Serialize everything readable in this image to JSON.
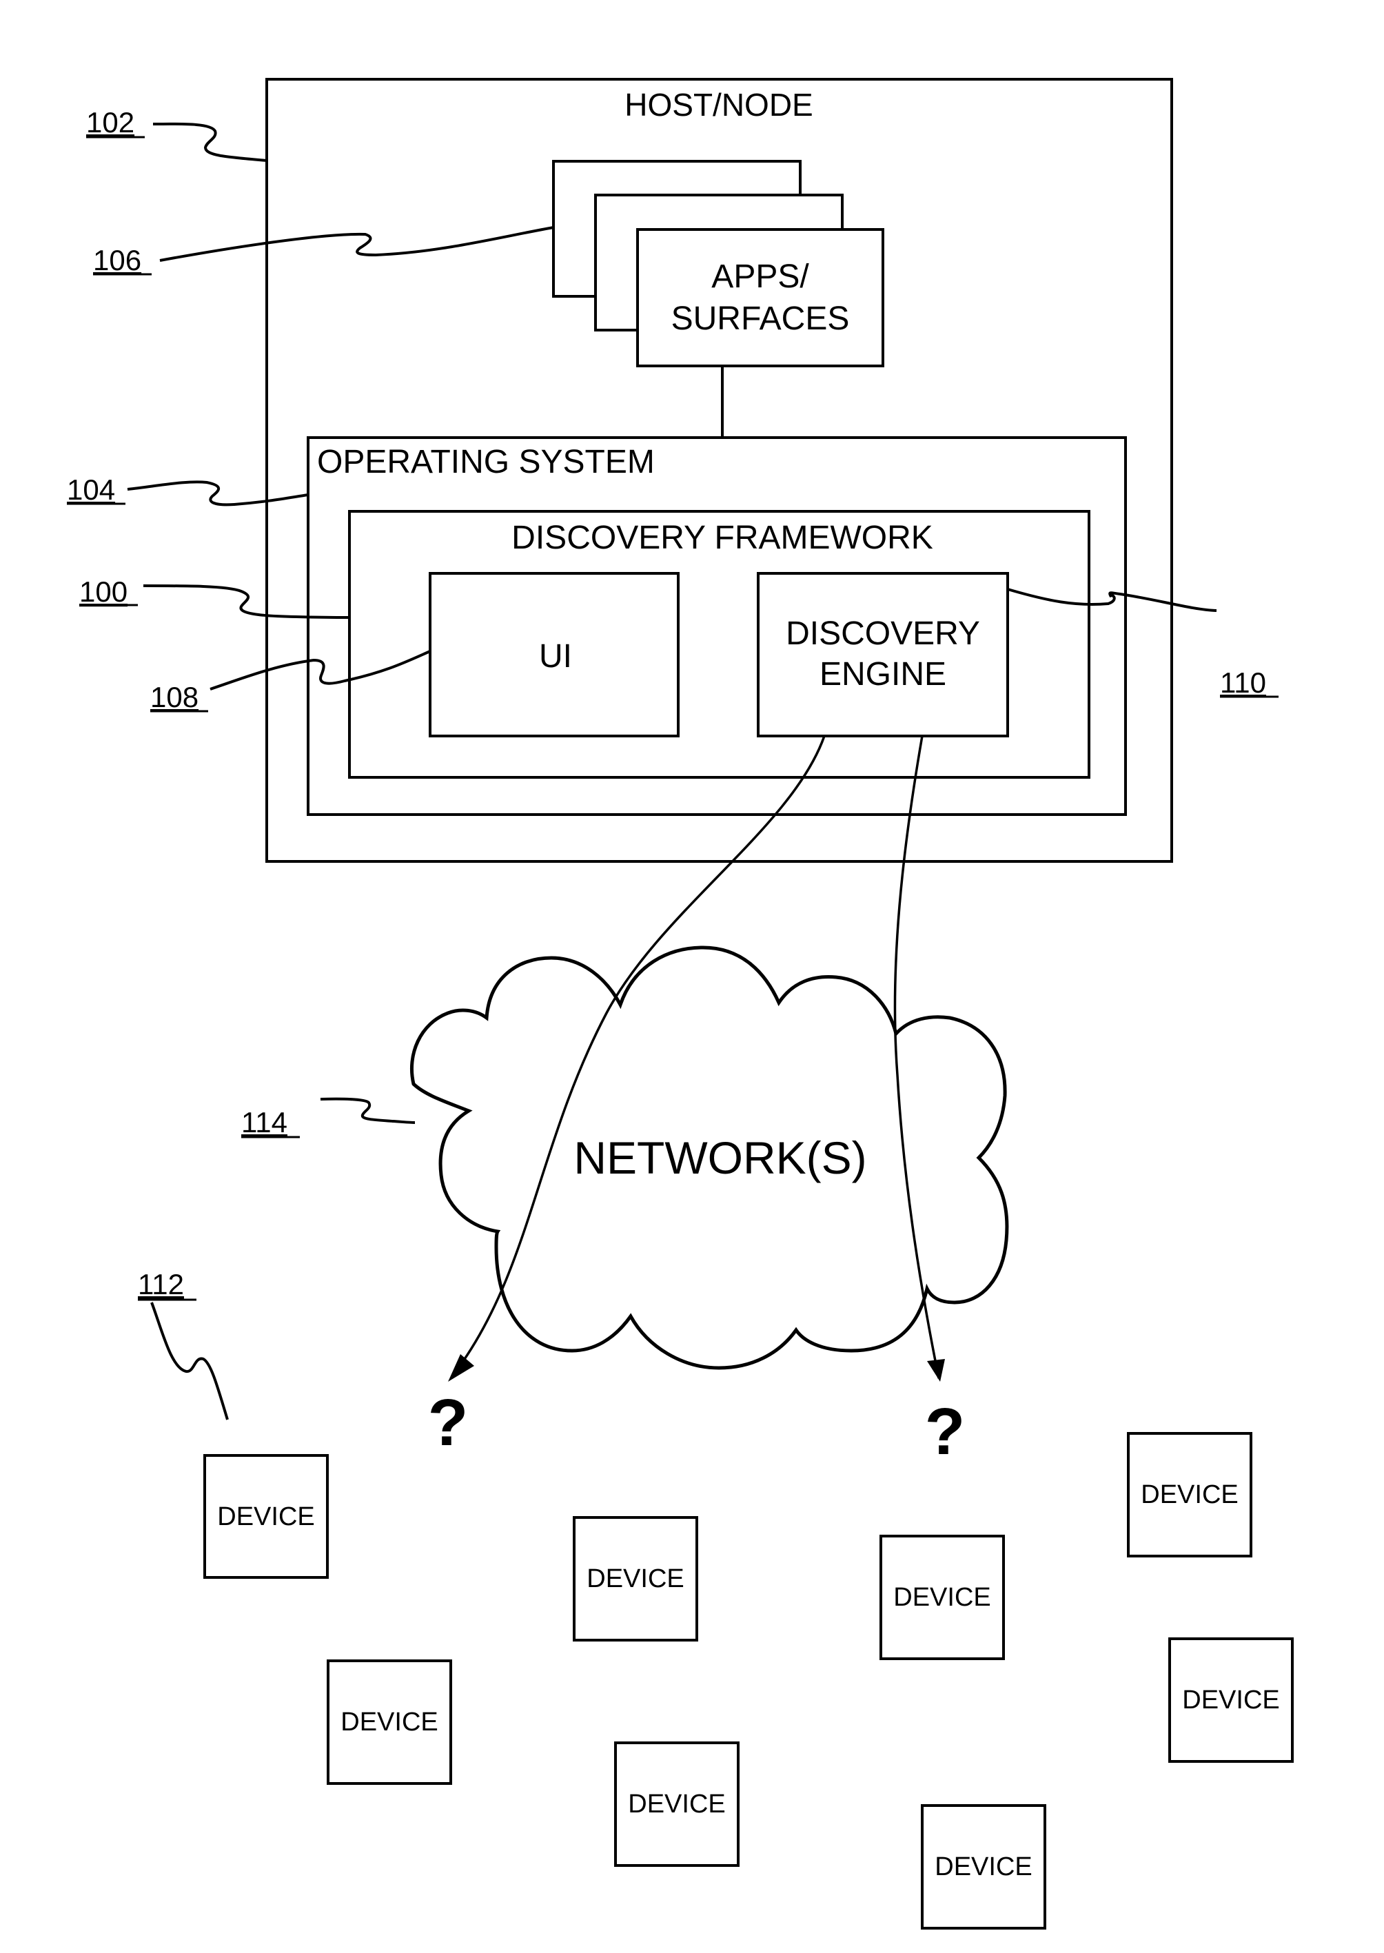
{
  "diagram": {
    "host": {
      "label": "HOST/NODE",
      "ref": "102"
    },
    "apps": {
      "line1": "APPS/",
      "line2": "SURFACES",
      "ref": "106"
    },
    "os": {
      "label": "OPERATING SYSTEM",
      "ref": "104"
    },
    "framework": {
      "label": "DISCOVERY FRAMEWORK",
      "ref": "100"
    },
    "ui": {
      "label": "UI",
      "ref": "108"
    },
    "engine": {
      "line1": "DISCOVERY",
      "line2": "ENGINE",
      "ref": "110"
    },
    "network": {
      "label": "NETWORK(S)",
      "ref": "114"
    },
    "devices_group": {
      "ref": "112"
    },
    "unknown_marks": [
      "?",
      "?"
    ],
    "devices": [
      {
        "label": "DEVICE"
      },
      {
        "label": "DEVICE"
      },
      {
        "label": "DEVICE"
      },
      {
        "label": "DEVICE"
      },
      {
        "label": "DEVICE"
      },
      {
        "label": "DEVICE"
      },
      {
        "label": "DEVICE"
      },
      {
        "label": "DEVICE"
      }
    ]
  }
}
